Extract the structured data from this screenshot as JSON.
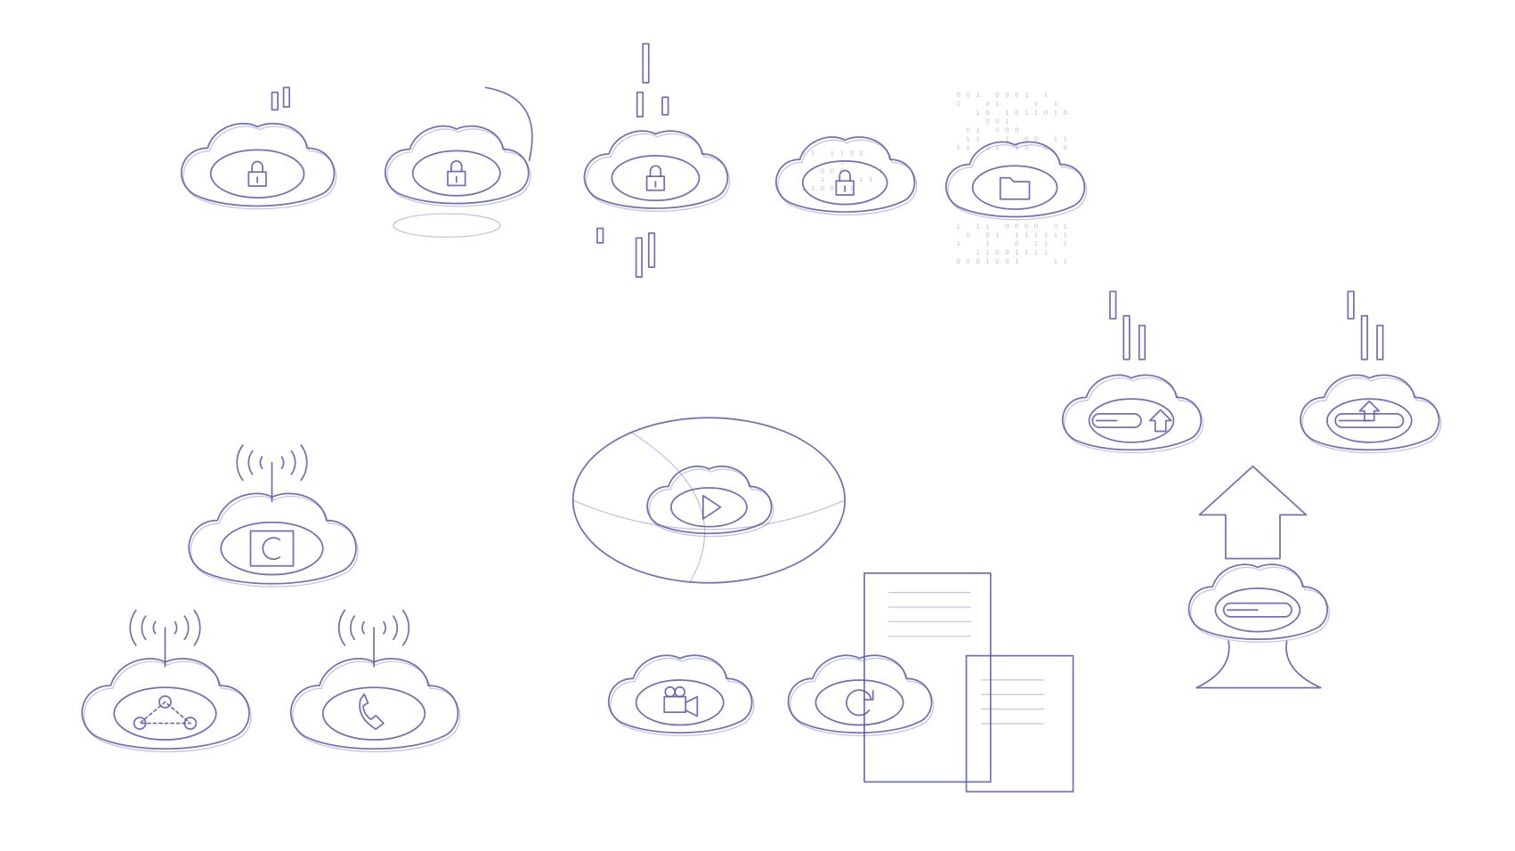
{
  "colors": {
    "stroke": "#5b56ab",
    "background": "#ffffff"
  },
  "sketches": [
    {
      "name": "cloud-lock-rocket",
      "icon": "lock-icon"
    },
    {
      "name": "cloud-lock-orbit",
      "icon": "lock-icon"
    },
    {
      "name": "cloud-lock-fragments",
      "icon": "lock-icon"
    },
    {
      "name": "cloud-lock-binary",
      "icon": "lock-icon"
    },
    {
      "name": "cloud-folder-binary",
      "icon": "folder-icon"
    },
    {
      "name": "cloud-upload-progress",
      "icon": "upload-arrow-icon"
    },
    {
      "name": "cloud-upload-bar",
      "icon": "upload-arrow-icon"
    },
    {
      "name": "cloud-big-upload",
      "icon": "progress-bar-icon"
    },
    {
      "name": "cloud-broadcast-c",
      "icon": "c-logo-icon"
    },
    {
      "name": "cloud-broadcast-people",
      "icon": "people-network-icon"
    },
    {
      "name": "cloud-broadcast-phone",
      "icon": "phone-icon"
    },
    {
      "name": "cloud-play-globe",
      "icon": "play-icon"
    },
    {
      "name": "cloud-video-camera",
      "icon": "video-camera-icon"
    },
    {
      "name": "cloud-refresh",
      "icon": "refresh-icon"
    }
  ]
}
